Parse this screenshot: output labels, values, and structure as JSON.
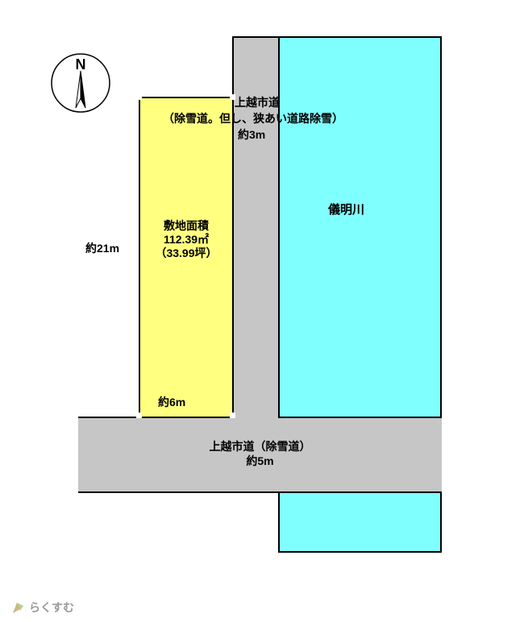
{
  "colors": {
    "road": "#c6c6c6",
    "river": "#80ffff",
    "plot": "#ffff80",
    "outline": "#000000",
    "logo_text": "#9a9a9a"
  },
  "compass": {
    "label": "N"
  },
  "top_road": {
    "name": "上越市道",
    "note": "（除雪道。但し、狭あい道路除雪）",
    "width": "約3m"
  },
  "river": {
    "name": "儀明川"
  },
  "plot": {
    "area_title": "敷地面積",
    "area_m2": "112.39㎡",
    "area_tsubo": "（33.99坪）",
    "depth": "約21m",
    "frontage": "約6m"
  },
  "bottom_road": {
    "name": "上越市道（除雪道）",
    "width": "約5m"
  },
  "logo": {
    "text": "らくすむ"
  }
}
